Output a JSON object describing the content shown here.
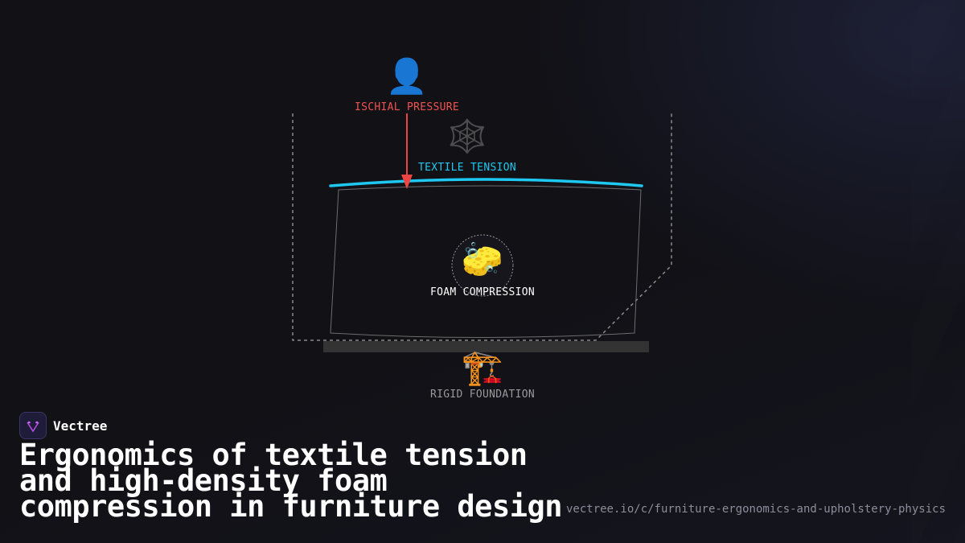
{
  "diagram": {
    "labels": {
      "ischial_pressure": "ISCHIAL PRESSURE",
      "textile_tension": "TEXTILE TENSION",
      "foam_compression": "FOAM COMPRESSION",
      "rigid_foundation": "RIGID FOUNDATION"
    },
    "icons": {
      "person": "👤",
      "web": "🕸️",
      "sponge": "🧽",
      "crane": "🏗️"
    },
    "colors": {
      "pressure": "#ef4444",
      "tension": "#1ec8f0",
      "foam_label": "#ffffff",
      "foundation_label": "#9a9a9a"
    }
  },
  "brand": {
    "name": "Vectree"
  },
  "title": "Ergonomics of textile tension and high-density foam compression in furniture design",
  "url": "vectree.io/c/furniture-ergonomics-and-upholstery-physics"
}
